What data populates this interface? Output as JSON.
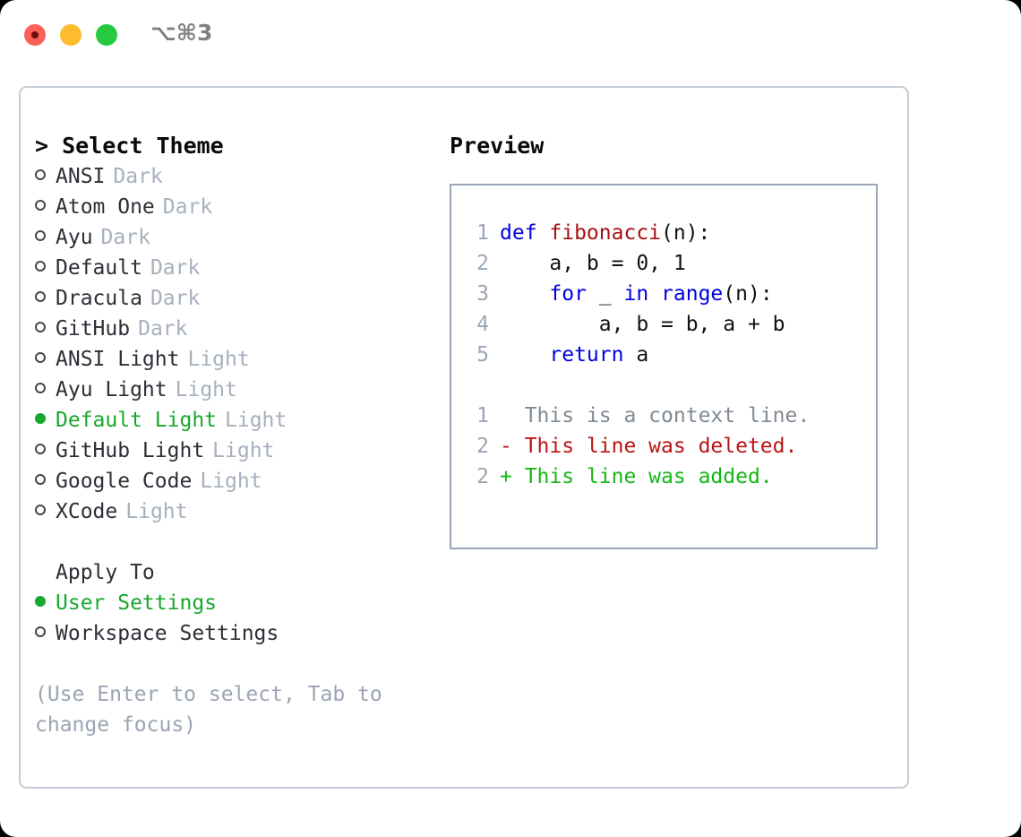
{
  "titlebar": {
    "shortcut": "⌥⌘3",
    "buttons": [
      {
        "name": "close",
        "color": "#fc6058"
      },
      {
        "name": "minimize",
        "color": "#fdbc2e"
      },
      {
        "name": "maximize",
        "color": "#26c93f"
      }
    ]
  },
  "theme_section": {
    "heading": "> Select Theme",
    "items": [
      {
        "label": "ANSI",
        "tag": "Dark",
        "selected": false
      },
      {
        "label": "Atom One",
        "tag": "Dark",
        "selected": false
      },
      {
        "label": "Ayu",
        "tag": "Dark",
        "selected": false
      },
      {
        "label": "Default",
        "tag": "Dark",
        "selected": false
      },
      {
        "label": "Dracula",
        "tag": "Dark",
        "selected": false
      },
      {
        "label": "GitHub",
        "tag": "Dark",
        "selected": false
      },
      {
        "label": "ANSI Light",
        "tag": "Light",
        "selected": false
      },
      {
        "label": "Ayu Light",
        "tag": "Light",
        "selected": false
      },
      {
        "label": "Default Light",
        "tag": "Light",
        "selected": true
      },
      {
        "label": "GitHub Light",
        "tag": "Light",
        "selected": false
      },
      {
        "label": "Google Code",
        "tag": "Light",
        "selected": false
      },
      {
        "label": "XCode",
        "tag": "Light",
        "selected": false
      }
    ]
  },
  "apply_section": {
    "heading": "Apply To",
    "items": [
      {
        "label": "User Settings",
        "selected": true
      },
      {
        "label": "Workspace Settings",
        "selected": false
      }
    ]
  },
  "hint": "(Use Enter to select, Tab to change focus)",
  "preview": {
    "heading": "Preview",
    "code_lines": [
      {
        "number": "1",
        "tokens": [
          {
            "text": "def ",
            "type": "kw"
          },
          {
            "text": "fibonacci",
            "type": "fn"
          },
          {
            "text": "(n):",
            "type": "plain"
          }
        ]
      },
      {
        "number": "2",
        "tokens": [
          {
            "text": "    a, b = 0, 1",
            "type": "plain"
          }
        ]
      },
      {
        "number": "3",
        "tokens": [
          {
            "text": "    ",
            "type": "plain"
          },
          {
            "text": "for",
            "type": "kw"
          },
          {
            "text": " _ ",
            "type": "plain"
          },
          {
            "text": "in",
            "type": "kw"
          },
          {
            "text": " ",
            "type": "plain"
          },
          {
            "text": "range",
            "type": "kw"
          },
          {
            "text": "(n):",
            "type": "plain"
          }
        ]
      },
      {
        "number": "4",
        "tokens": [
          {
            "text": "        a, b = b, a + b",
            "type": "plain"
          }
        ]
      },
      {
        "number": "5",
        "tokens": [
          {
            "text": "    ",
            "type": "plain"
          },
          {
            "text": "return",
            "type": "kw"
          },
          {
            "text": " a",
            "type": "plain"
          }
        ]
      }
    ],
    "diff_lines": [
      {
        "number": "1",
        "marker": "  ",
        "text": "This is a context line.",
        "kind": "context"
      },
      {
        "number": "2",
        "marker": "- ",
        "text": "This line was deleted.",
        "kind": "deleted"
      },
      {
        "number": "2",
        "marker": "+ ",
        "text": "This line was added.",
        "kind": "added"
      }
    ]
  },
  "colors": {
    "accent_green": "#18a82e",
    "muted": "#a6b0bd",
    "keyword": "#0000e0",
    "function": "#a81010",
    "diff_delete": "#bb1414",
    "diff_add": "#14b814"
  }
}
